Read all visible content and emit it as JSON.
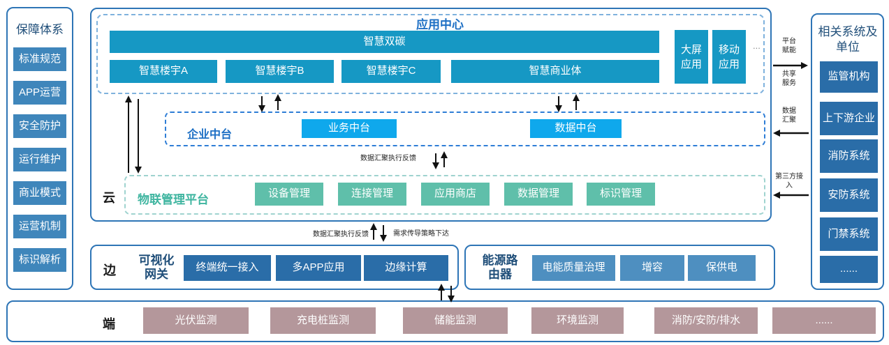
{
  "left": {
    "title": "保障体系",
    "items": [
      "标准规范",
      "APP运营",
      "安全防护",
      "运行维护",
      "商业模式",
      "运营机制",
      "标识解析"
    ]
  },
  "right": {
    "title": "相关系统及单位",
    "items": [
      "监管机构",
      "上下游企业",
      "消防系统",
      "安防系统",
      "门禁系统",
      "......"
    ]
  },
  "cloud": {
    "label": "云",
    "app_center": {
      "title": "应用中心",
      "top_bar": "智慧双碳",
      "row": [
        "智慧楼宇A",
        "智慧楼宇B",
        "智慧楼宇C",
        "智慧商业体"
      ],
      "side": [
        "大屏应用",
        "移动应用"
      ],
      "ellipsis": "..."
    },
    "enterprise": {
      "title": "企业中台",
      "items": [
        "业务中台",
        "数据中台"
      ]
    },
    "iot": {
      "title": "物联管理平台",
      "items": [
        "设备管理",
        "连接管理",
        "应用商店",
        "数据管理",
        "标识管理"
      ]
    },
    "between_label": "数据汇聚执行反馈"
  },
  "edge": {
    "label": "边",
    "gateway": {
      "title": "可视化网关",
      "items": [
        "终端统一接入",
        "多APP应用",
        "边缘计算"
      ]
    },
    "router": {
      "title": "能源路由器",
      "items": [
        "电能质量治理",
        "增容",
        "保供电"
      ]
    },
    "label_left": "数据汇聚执行反馈",
    "label_right": "需求传导策略下达"
  },
  "device": {
    "label": "端",
    "items": [
      "光伏监测",
      "充电桩监测",
      "储能监测",
      "环境监测",
      "消防/安防/排水",
      "......"
    ]
  },
  "connectors": {
    "platform_empower": "平台赋能",
    "shared_service": "共享服务",
    "data_gather": "数据汇聚",
    "third_party": "第三方接入"
  },
  "colors": {
    "border_blue": "#2e75b6",
    "app_teal": "#1698c4",
    "enterprise_cyan": "#0fa8ec",
    "iot_green": "#5fbfaa",
    "edge_blue": "#2a6da8",
    "device_mauve": "#b4979b"
  }
}
